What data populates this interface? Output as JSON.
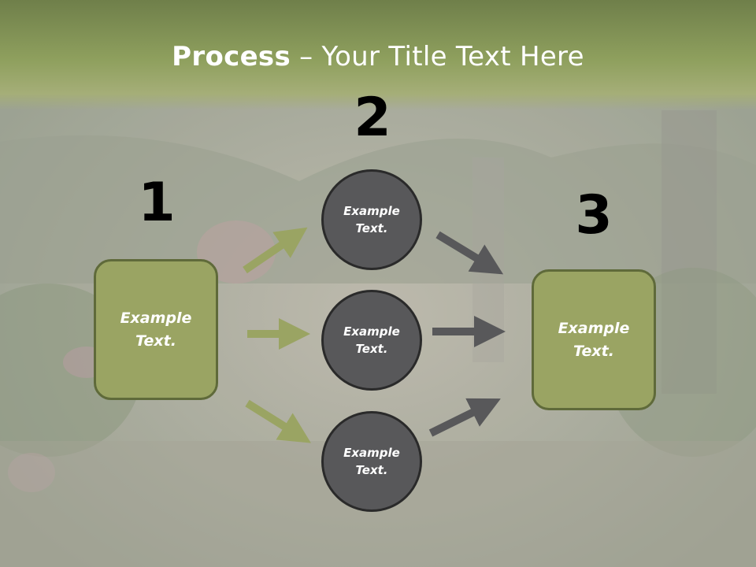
{
  "slide": {
    "title_bold": "Process",
    "title_rest": " – Your Title Text Here",
    "numbers": [
      "1",
      "2",
      "3"
    ],
    "left_box": "Example\nText.",
    "circles": [
      "Example\nText.",
      "Example\nText.",
      "Example\nText."
    ],
    "right_box": "Example\nText.",
    "colors": {
      "box_fill": "#9aa463",
      "circle_fill": "#58585a",
      "arrow_green": "#9aa463",
      "arrow_gray": "#58585a"
    }
  }
}
